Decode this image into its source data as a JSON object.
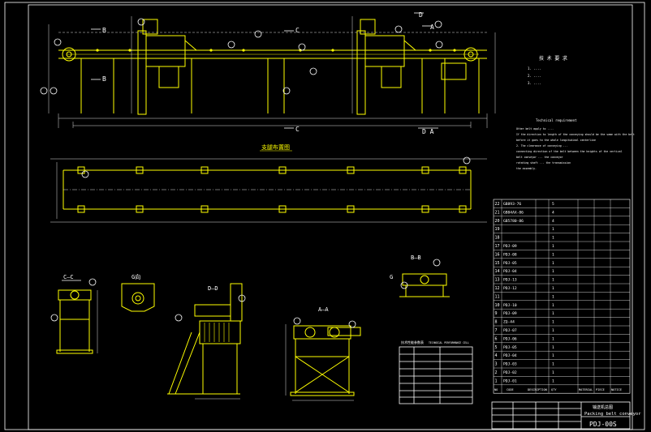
{
  "title_block": {
    "project_cn": "输送机总图",
    "project_en": "Packing belt conveyor",
    "drawing_no": "PDJ-00S"
  },
  "section_labels": {
    "b_top": "B",
    "b_bottom": "B",
    "c_top": "C",
    "c_bottom": "C",
    "d_top": "D",
    "a_top": "A",
    "da_bottom": "D A",
    "cc": "C—C",
    "gn": "G向",
    "dd": "D—D",
    "aa": "A—A",
    "bb": "B—B",
    "g": "G"
  },
  "plan_title": "支腿布置图",
  "tech_cn": {
    "heading": "技 术 要 求",
    "lines": [
      "1. ....",
      "2. ....",
      "3. ...."
    ]
  },
  "tech_en": {
    "heading": "Technical requirement",
    "lines": [
      "Other belt apply to ....",
      "If the direction to length of the conveying should be the same with the belt",
      "before it goes to the whole longitudinal centerline",
      "2. The clearance of conveying ...",
      "connecting direction of the belt between the heights of the vertical",
      "belt conveyor ... the conveyor",
      "rotating shaft ... the transmission",
      "the assembly."
    ]
  },
  "bom": {
    "rows": [
      {
        "no": "22",
        "code": "GB893-76",
        "qty": "5"
      },
      {
        "no": "21",
        "code": "GB84AX-86",
        "qty": "4"
      },
      {
        "no": "20",
        "code": "GB5780-86",
        "qty": "4"
      },
      {
        "no": "19",
        "code": "",
        "qty": "1"
      },
      {
        "no": "18",
        "code": "",
        "qty": "1"
      },
      {
        "no": "17",
        "code": "PDJ-09",
        "qty": "1"
      },
      {
        "no": "16",
        "code": "PDJ-08",
        "qty": "1"
      },
      {
        "no": "15",
        "code": "PDJ-05",
        "qty": "1"
      },
      {
        "no": "14",
        "code": "PDJ-04",
        "qty": "1"
      },
      {
        "no": "13",
        "code": "PDJ-13",
        "qty": "1"
      },
      {
        "no": "12",
        "code": "PDJ-12",
        "qty": "1"
      },
      {
        "no": "11",
        "code": "",
        "qty": "1"
      },
      {
        "no": "10",
        "code": "PDJ-10",
        "qty": "1"
      },
      {
        "no": "9",
        "code": "PDJ-09",
        "qty": "1"
      },
      {
        "no": "8",
        "code": "ZQ-44",
        "qty": "1"
      },
      {
        "no": "7",
        "code": "PDJ-07",
        "qty": "1"
      },
      {
        "no": "6",
        "code": "PDJ-06",
        "qty": "1"
      },
      {
        "no": "5",
        "code": "PDJ-05",
        "qty": "1"
      },
      {
        "no": "4",
        "code": "PDJ-04",
        "qty": "1"
      },
      {
        "no": "3",
        "code": "PDJ-03",
        "qty": "1"
      },
      {
        "no": "2",
        "code": "PDJ-02",
        "qty": "1"
      },
      {
        "no": "1",
        "code": "PDJ-01",
        "qty": "1"
      }
    ],
    "header": {
      "no": "NO",
      "code": "CODE",
      "desc": "DESCRIPTION",
      "qty": "QTY",
      "material": "MATERIAL",
      "remark": "PIECE",
      "amount": "NOTICE"
    }
  },
  "spec_table": {
    "heading": "技术性能参数表",
    "heading_en": "TECHNICAL PERFORMANCE CELL",
    "rows": [
      "",
      "",
      "",
      "",
      "",
      "",
      "",
      ""
    ]
  }
}
